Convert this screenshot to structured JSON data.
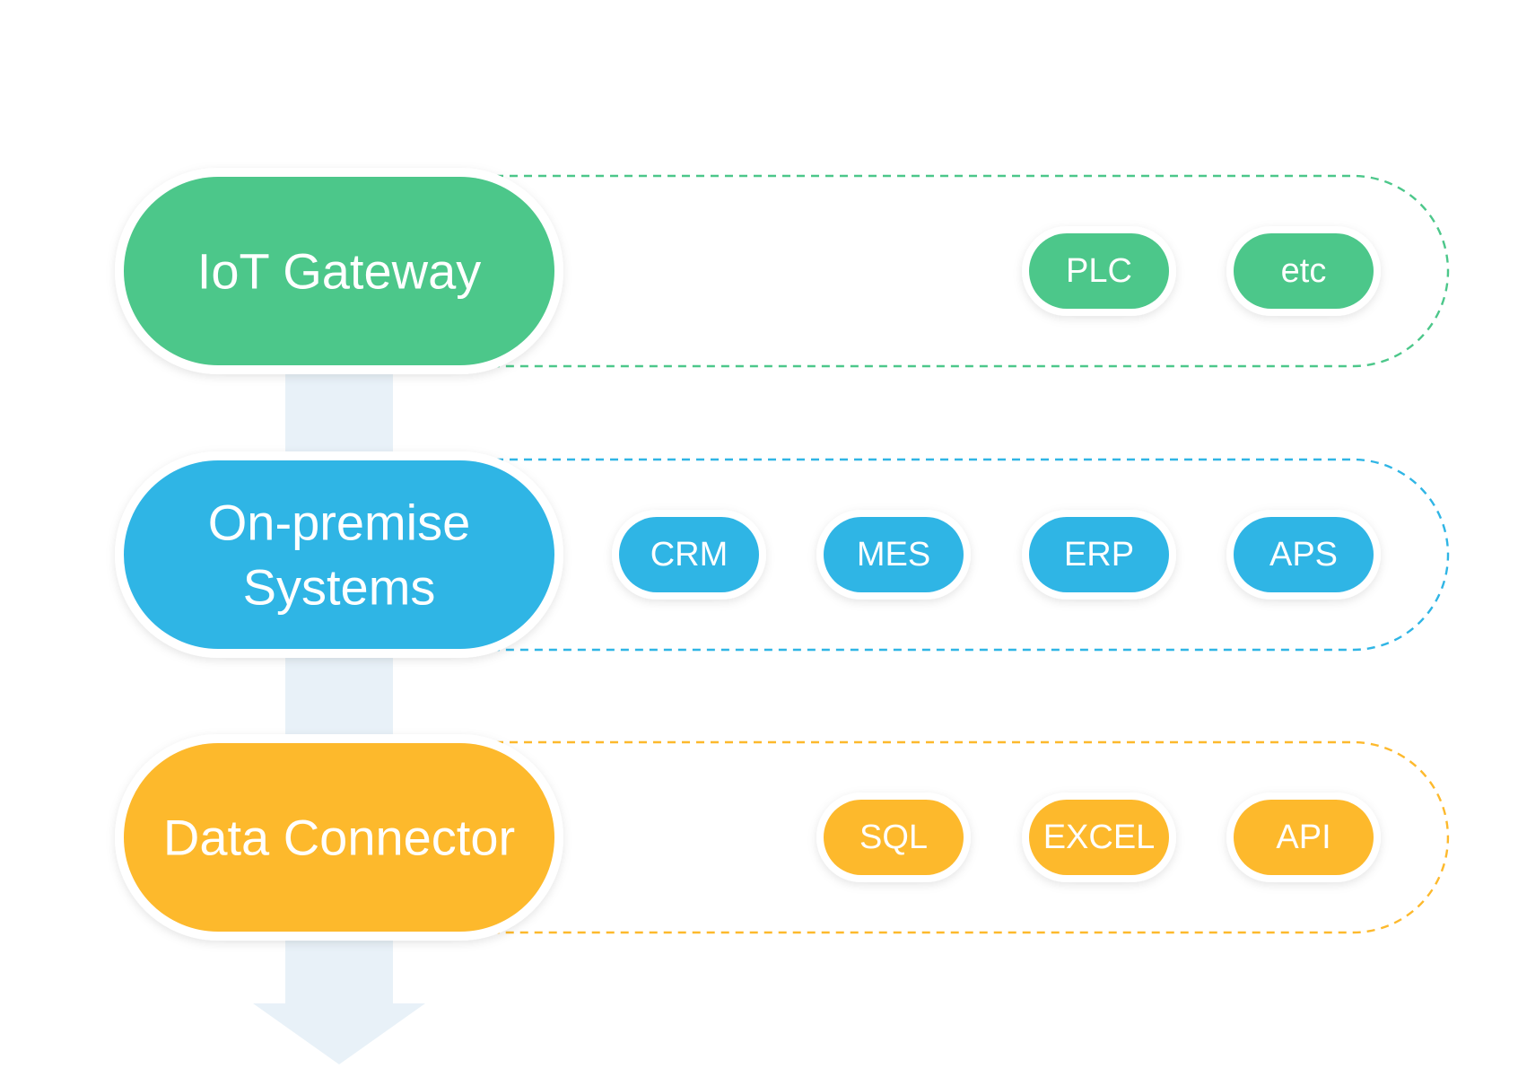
{
  "colors": {
    "green": "#4CC78A",
    "blue": "#2FB5E5",
    "orange": "#FDB92C",
    "arrow": "#E8F1F8",
    "background": "#FFFFFF",
    "text": "#FFFFFF"
  },
  "rows": [
    {
      "name": "iot-gateway",
      "color": "#4CC78A",
      "label_lines": [
        "IoT Gateway"
      ],
      "chips": [
        "PLC",
        "etc"
      ]
    },
    {
      "name": "on-premise-systems",
      "color": "#2FB5E5",
      "label_lines": [
        "On-premise",
        "Systems"
      ],
      "chips": [
        "CRM",
        "MES",
        "ERP",
        "APS"
      ]
    },
    {
      "name": "data-connector",
      "color": "#FDB92C",
      "label_lines": [
        "Data Connector"
      ],
      "chips": [
        "SQL",
        "EXCEL",
        "API"
      ]
    }
  ]
}
